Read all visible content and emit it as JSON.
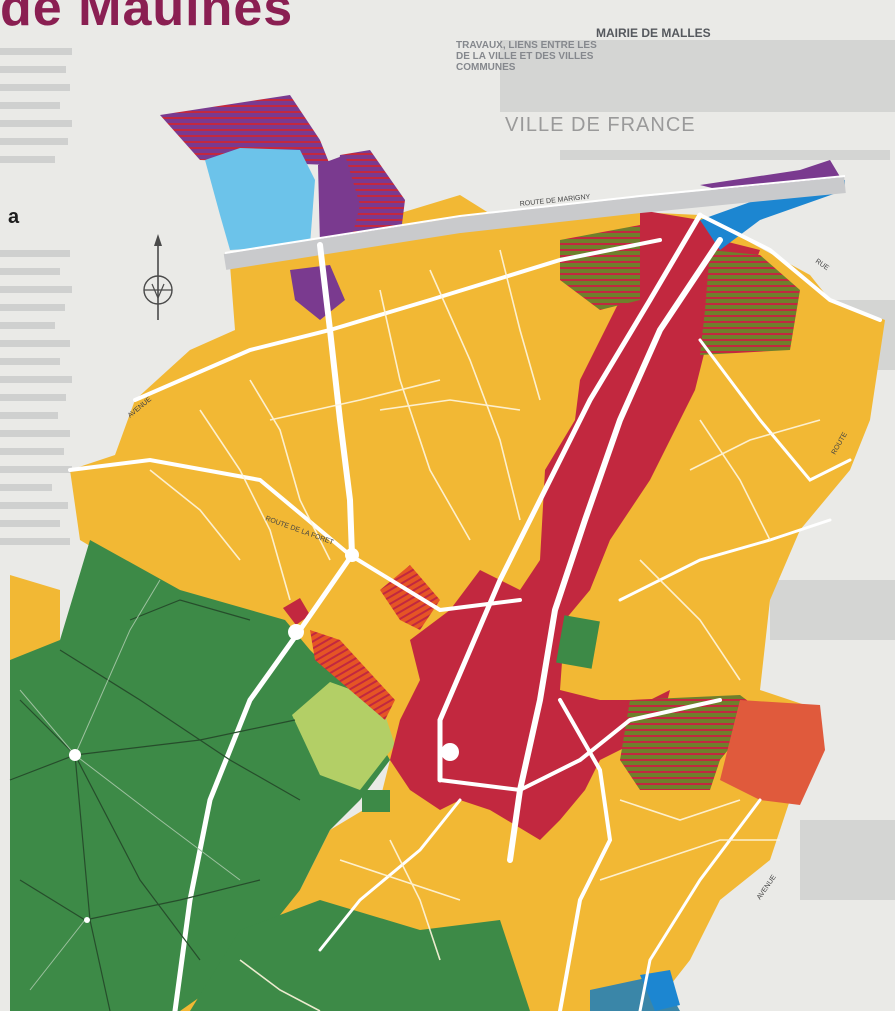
{
  "page": {
    "title_fragment": "de Maulnes",
    "margin_letter": "a",
    "column_heading": "MAIRIE DE MALLES",
    "column_subtitle": "VILLE DE FRANCE",
    "column_lines": [
      "TRAVAUX, LIENS ENTRE LES",
      "DE LA VILLE ET DES VILLES",
      "COMMUNES"
    ]
  },
  "map": {
    "north_symbol": "compass-north-arrow",
    "colors": {
      "residential": "#f2b834",
      "centre": "#c2283f",
      "forest": "#3d8a47",
      "park": "#b3cf66",
      "water": "#6cc3ea",
      "water_dark": "#1c86d1",
      "industrial": "#7a3a8f",
      "hatched_red": "#e55425",
      "hatched_green": "#6f7f2c",
      "roads": "#ffffff",
      "highway": "#c9cacc"
    },
    "road_labels": [
      "ROUTE DE MARIGNY",
      "AVENUE",
      "ROUTE DE LA FORET",
      "RUE",
      "ROUTE",
      "AVENUE"
    ]
  }
}
